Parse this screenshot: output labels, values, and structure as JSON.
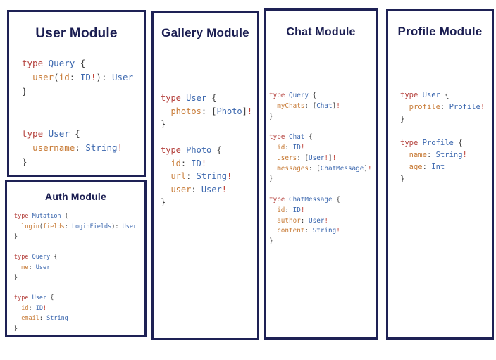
{
  "colors": {
    "border_navy": "#1e2155",
    "title_navy": "#1b1e52",
    "code_keyword_red": "#b5423e",
    "code_type_blue": "#3b67ae",
    "code_field_orange": "#c87c38",
    "code_plain_dark": "#3c3c3c",
    "code_bang_red": "#bf4137"
  },
  "modules": {
    "user": {
      "title": "User Module",
      "code": [
        [
          [
            "kw",
            "type"
          ],
          [
            "pl",
            " "
          ],
          [
            "ty",
            "Query"
          ],
          [
            "pl",
            " {"
          ]
        ],
        [
          [
            "pl",
            "  "
          ],
          [
            "fld",
            "user"
          ],
          [
            "pl",
            "("
          ],
          [
            "fld",
            "id"
          ],
          [
            "pl",
            ": "
          ],
          [
            "ty",
            "ID"
          ],
          [
            "ex",
            "!"
          ],
          [
            "pl",
            "): "
          ],
          [
            "ty",
            "User"
          ]
        ],
        [
          [
            "pl",
            "}"
          ]
        ],
        [],
        [],
        [
          [
            "kw",
            "type"
          ],
          [
            "pl",
            " "
          ],
          [
            "ty",
            "User"
          ],
          [
            "pl",
            " {"
          ]
        ],
        [
          [
            "pl",
            "  "
          ],
          [
            "fld",
            "username"
          ],
          [
            "pl",
            ": "
          ],
          [
            "ty",
            "String"
          ],
          [
            "ex",
            "!"
          ]
        ],
        [
          [
            "pl",
            "}"
          ]
        ]
      ]
    },
    "auth": {
      "title": "Auth Module",
      "code": [
        [
          [
            "kw",
            "type"
          ],
          [
            "pl",
            " "
          ],
          [
            "ty",
            "Mutation"
          ],
          [
            "pl",
            " {"
          ]
        ],
        [
          [
            "pl",
            "  "
          ],
          [
            "fld",
            "login"
          ],
          [
            "pl",
            "("
          ],
          [
            "fld",
            "fields"
          ],
          [
            "pl",
            ": "
          ],
          [
            "ty",
            "LoginFields"
          ],
          [
            "pl",
            "): "
          ],
          [
            "ty",
            "User"
          ]
        ],
        [
          [
            "pl",
            "}"
          ]
        ],
        [],
        [
          [
            "kw",
            "type"
          ],
          [
            "pl",
            " "
          ],
          [
            "ty",
            "Query"
          ],
          [
            "pl",
            " {"
          ]
        ],
        [
          [
            "pl",
            "  "
          ],
          [
            "fld",
            "me"
          ],
          [
            "pl",
            ": "
          ],
          [
            "ty",
            "User"
          ]
        ],
        [
          [
            "pl",
            "}"
          ]
        ],
        [],
        [
          [
            "kw",
            "type"
          ],
          [
            "pl",
            " "
          ],
          [
            "ty",
            "User"
          ],
          [
            "pl",
            " {"
          ]
        ],
        [
          [
            "pl",
            "  "
          ],
          [
            "fld",
            "id"
          ],
          [
            "pl",
            ": "
          ],
          [
            "ty",
            "ID"
          ],
          [
            "ex",
            "!"
          ]
        ],
        [
          [
            "pl",
            "  "
          ],
          [
            "fld",
            "email"
          ],
          [
            "pl",
            ": "
          ],
          [
            "ty",
            "String"
          ],
          [
            "ex",
            "!"
          ]
        ],
        [
          [
            "pl",
            "}"
          ]
        ]
      ]
    },
    "gallery": {
      "title": "Gallery Module",
      "code": [
        [
          [
            "kw",
            "type"
          ],
          [
            "pl",
            " "
          ],
          [
            "ty",
            "User"
          ],
          [
            "pl",
            " {"
          ]
        ],
        [
          [
            "pl",
            "  "
          ],
          [
            "fld",
            "photos"
          ],
          [
            "pl",
            ": ["
          ],
          [
            "ty",
            "Photo"
          ],
          [
            "pl",
            "]"
          ],
          [
            "ex",
            "!"
          ]
        ],
        [
          [
            "pl",
            "}"
          ]
        ],
        [],
        [
          [
            "kw",
            "type"
          ],
          [
            "pl",
            " "
          ],
          [
            "ty",
            "Photo"
          ],
          [
            "pl",
            " {"
          ]
        ],
        [
          [
            "pl",
            "  "
          ],
          [
            "fld",
            "id"
          ],
          [
            "pl",
            ": "
          ],
          [
            "ty",
            "ID"
          ],
          [
            "ex",
            "!"
          ]
        ],
        [
          [
            "pl",
            "  "
          ],
          [
            "fld",
            "url"
          ],
          [
            "pl",
            ": "
          ],
          [
            "ty",
            "String"
          ],
          [
            "ex",
            "!"
          ]
        ],
        [
          [
            "pl",
            "  "
          ],
          [
            "fld",
            "user"
          ],
          [
            "pl",
            ": "
          ],
          [
            "ty",
            "User"
          ],
          [
            "ex",
            "!"
          ]
        ],
        [
          [
            "pl",
            "}"
          ]
        ]
      ]
    },
    "chat": {
      "title": "Chat Module",
      "code": [
        [
          [
            "kw",
            "type"
          ],
          [
            "pl",
            " "
          ],
          [
            "ty",
            "Query"
          ],
          [
            "pl",
            " {"
          ]
        ],
        [
          [
            "pl",
            "  "
          ],
          [
            "fld",
            "myChats"
          ],
          [
            "pl",
            ": ["
          ],
          [
            "ty",
            "Chat"
          ],
          [
            "pl",
            "]"
          ],
          [
            "ex",
            "!"
          ]
        ],
        [
          [
            "pl",
            "}"
          ]
        ],
        [],
        [
          [
            "kw",
            "type"
          ],
          [
            "pl",
            " "
          ],
          [
            "ty",
            "Chat"
          ],
          [
            "pl",
            " {"
          ]
        ],
        [
          [
            "pl",
            "  "
          ],
          [
            "fld",
            "id"
          ],
          [
            "pl",
            ": "
          ],
          [
            "ty",
            "ID"
          ],
          [
            "ex",
            "!"
          ]
        ],
        [
          [
            "pl",
            "  "
          ],
          [
            "fld",
            "users"
          ],
          [
            "pl",
            ": ["
          ],
          [
            "ty",
            "User"
          ],
          [
            "ex",
            "!"
          ],
          [
            "pl",
            "]"
          ],
          [
            "ex",
            "!"
          ]
        ],
        [
          [
            "pl",
            "  "
          ],
          [
            "fld",
            "messages"
          ],
          [
            "pl",
            ": ["
          ],
          [
            "ty",
            "ChatMessage"
          ],
          [
            "pl",
            "]"
          ],
          [
            "ex",
            "!"
          ]
        ],
        [
          [
            "pl",
            "}"
          ]
        ],
        [],
        [
          [
            "kw",
            "type"
          ],
          [
            "pl",
            " "
          ],
          [
            "ty",
            "ChatMessage"
          ],
          [
            "pl",
            " {"
          ]
        ],
        [
          [
            "pl",
            "  "
          ],
          [
            "fld",
            "id"
          ],
          [
            "pl",
            ": "
          ],
          [
            "ty",
            "ID"
          ],
          [
            "ex",
            "!"
          ]
        ],
        [
          [
            "pl",
            "  "
          ],
          [
            "fld",
            "author"
          ],
          [
            "pl",
            ": "
          ],
          [
            "ty",
            "User"
          ],
          [
            "ex",
            "!"
          ]
        ],
        [
          [
            "pl",
            "  "
          ],
          [
            "fld",
            "content"
          ],
          [
            "pl",
            ": "
          ],
          [
            "ty",
            "String"
          ],
          [
            "ex",
            "!"
          ]
        ],
        [
          [
            "pl",
            "}"
          ]
        ]
      ]
    },
    "profile": {
      "title": "Profile Module",
      "code": [
        [
          [
            "kw",
            "type"
          ],
          [
            "pl",
            " "
          ],
          [
            "ty",
            "User"
          ],
          [
            "pl",
            " {"
          ]
        ],
        [
          [
            "pl",
            "  "
          ],
          [
            "fld",
            "profile"
          ],
          [
            "pl",
            ": "
          ],
          [
            "ty",
            "Profile"
          ],
          [
            "ex",
            "!"
          ]
        ],
        [
          [
            "pl",
            "}"
          ]
        ],
        [],
        [
          [
            "kw",
            "type"
          ],
          [
            "pl",
            " "
          ],
          [
            "ty",
            "Profile"
          ],
          [
            "pl",
            " {"
          ]
        ],
        [
          [
            "pl",
            "  "
          ],
          [
            "fld",
            "name"
          ],
          [
            "pl",
            ": "
          ],
          [
            "ty",
            "String"
          ],
          [
            "ex",
            "!"
          ]
        ],
        [
          [
            "pl",
            "  "
          ],
          [
            "fld",
            "age"
          ],
          [
            "pl",
            ": "
          ],
          [
            "ty",
            "Int"
          ]
        ],
        [
          [
            "pl",
            "}"
          ]
        ]
      ]
    }
  }
}
